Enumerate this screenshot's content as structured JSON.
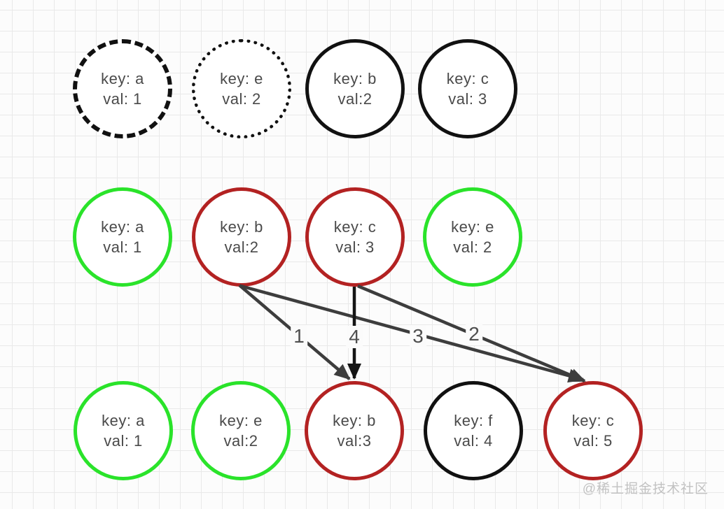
{
  "diagram": {
    "title_hint": "list diff comparison diagram",
    "colors": {
      "green": "#2ae32a",
      "red": "#b32222",
      "black": "#111111",
      "node_text": "#4a4a4a",
      "arrow_line": "#3d3d3d",
      "arrow_label": "#4f4f4f",
      "grid_line": "#e9e9e9",
      "watermark": "#c2c2c2"
    },
    "rows": [
      {
        "name": "row-1",
        "circles": [
          {
            "key": "key: a",
            "val": "val: 1",
            "stroke": "dashed-black"
          },
          {
            "key": "key: e",
            "val": "val: 2",
            "stroke": "dotted-black"
          },
          {
            "key": "key: b",
            "val": "val:2",
            "stroke": "solid-black"
          },
          {
            "key": "key: c",
            "val": "val: 3",
            "stroke": "solid-black"
          }
        ]
      },
      {
        "name": "row-2",
        "circles": [
          {
            "key": "key: a",
            "val": "val: 1",
            "stroke": "solid-green"
          },
          {
            "key": "key: b",
            "val": "val:2",
            "stroke": "solid-red"
          },
          {
            "key": "key: c",
            "val": "val: 3",
            "stroke": "solid-red"
          },
          {
            "key": "key: e",
            "val": "val: 2",
            "stroke": "solid-green"
          }
        ]
      },
      {
        "name": "row-3",
        "circles": [
          {
            "key": "key: a",
            "val": "val: 1",
            "stroke": "solid-green"
          },
          {
            "key": "key: e",
            "val": "val:2",
            "stroke": "solid-green"
          },
          {
            "key": "key: b",
            "val": "val:3",
            "stroke": "solid-red"
          },
          {
            "key": "key: f",
            "val": "val: 4",
            "stroke": "solid-black"
          },
          {
            "key": "key: c",
            "val": "val: 5",
            "stroke": "solid-red"
          }
        ]
      }
    ],
    "arrows": [
      {
        "label": "1",
        "from": "row2 key: b",
        "to": "row3 key: b"
      },
      {
        "label": "2",
        "from": "row2 key: c",
        "to": "row3 key: c"
      },
      {
        "label": "3",
        "from": "row2 key: b",
        "to": "row3 key: c"
      },
      {
        "label": "4",
        "from": "row2 key: c",
        "to": "row3 key: b"
      }
    ],
    "watermark": "@稀土掘金技术社区"
  }
}
